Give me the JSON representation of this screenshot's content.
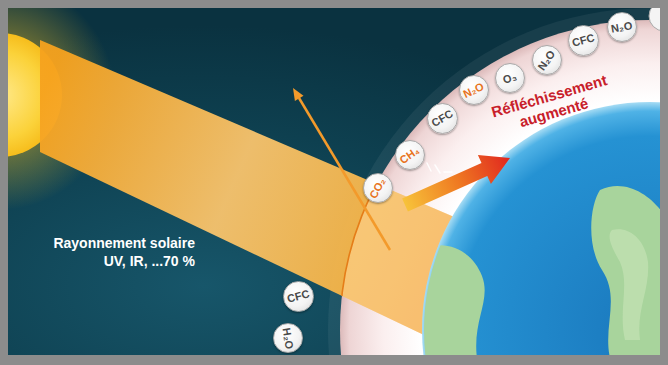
{
  "diagram": {
    "nodes": [
      {
        "text": [
          "H₂O"
        ]
      },
      {
        "text": [
          "CFC"
        ]
      },
      {
        "text": [
          "CO₂"
        ]
      },
      {
        "text": [
          "CH₄"
        ]
      },
      {
        "text": [
          "CFC"
        ]
      },
      {
        "text": [
          "N₂O"
        ]
      },
      {
        "text": [
          "O₃"
        ]
      },
      {
        "text": [
          "N₂O"
        ]
      },
      {
        "text": [
          "CFC"
        ]
      },
      {
        "text": [
          "N₂O"
        ]
      }
    ],
    "labels": [
      "Rayonnement solaire UV, IR, ...70 %",
      "Réfléchissement augmenté"
    ]
  }
}
